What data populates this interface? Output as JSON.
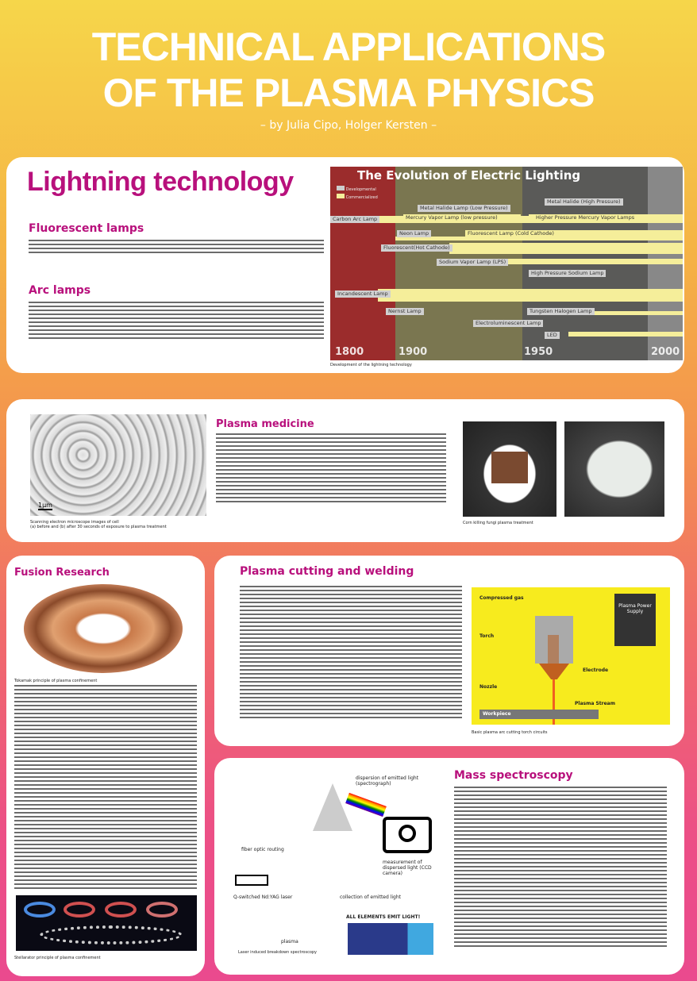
{
  "header": {
    "title_line1": "TECHNICAL APPLICATIONS",
    "title_line2": "OF THE PLASMA PHYSICS",
    "authors": "– by Julia Cipo, Holger Kersten –"
  },
  "lighting": {
    "title": "Lightning technology",
    "fluorescent_heading": "Fluorescent lamps",
    "arc_heading": "Arc lamps",
    "chart": {
      "title": "The Evolution of Electric Lighting",
      "legend": [
        "Developmental",
        "Commercialized"
      ],
      "lamps": [
        "Carbon Arc Lamp",
        "Incandescent Lamp",
        "Fluorescent(Hot Cathode)",
        "Mercury Vapor Lamp (low pressure)",
        "Metal Halide Lamp (Low Pressure)",
        "Higher Pressure Mercury Vapor Lamps",
        "Metal Halide (High Pressure)",
        "Fluorescent Lamp (Cold Cathode)",
        "Neon Lamp",
        "Sodium Vapor Lamp (LPS)",
        "High Pressure Sodium Lamp",
        "Nernst Lamp",
        "Tungsten Halogen Lamp",
        "Electroluminescent Lamp",
        "LED"
      ],
      "years": [
        "1800",
        "1900",
        "1950",
        "2000"
      ]
    },
    "caption": "Development of the lightning technology"
  },
  "medicine": {
    "heading": "Plasma medicine",
    "caption_left_1": "Scanning electron microscope images of cell",
    "caption_left_2": "(a) before and (b) after 30 seconds of exposure to plasma treatment",
    "scale_label": "1μm",
    "caption_right": "Corn killing fungi plasma treatment"
  },
  "fusion": {
    "heading": "Fusion Research",
    "caption_top": "Tokamak principle of plasma confinement",
    "caption_bottom": "Stellarator principle of plasma confinement"
  },
  "cutting": {
    "heading": "Plasma cutting and welding",
    "diagram": {
      "gas": "Compressed gas",
      "torch": "Torch",
      "electrode": "Electrode",
      "nozzle": "Nozzle",
      "stream": "Plasma Stream",
      "workpiece": "Workpiece",
      "supply": "Plasma Power Supply"
    },
    "caption": "Basic plasma arc cutting torch circuits"
  },
  "spectro": {
    "heading": "Mass spectroscopy",
    "diagram": {
      "dispersion": "dispersion of emitted light (spectrograph)",
      "fiber": "fiber optic routing",
      "laser": "Q-switched Nd:YAG laser",
      "measurement": "measurement of dispersed light (CCD camera)",
      "collection": "collection of emitted light",
      "plasma": "plasma",
      "table": "ALL ELEMENTS EMIT LIGHT!"
    },
    "caption": "Laser induced breakdown spectroscopy"
  }
}
